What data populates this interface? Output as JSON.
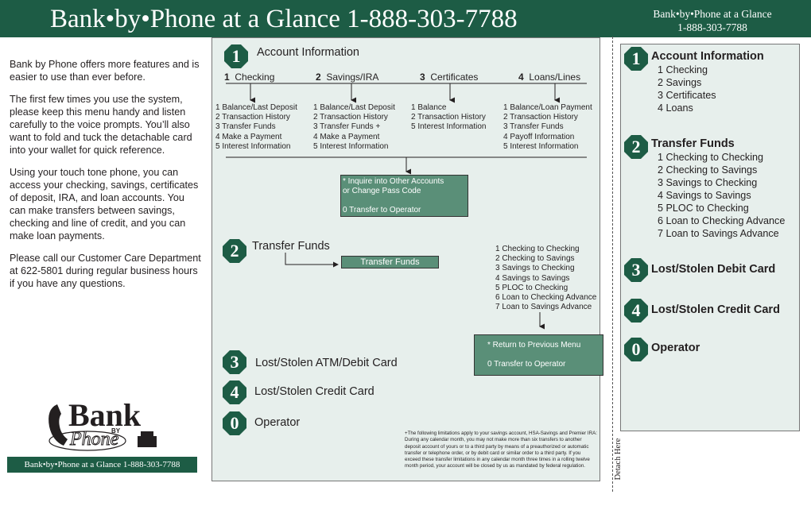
{
  "header": {
    "title": "Bank•by•Phone at a Glance 1-888-303-7788",
    "right_line1": "Bank•by•Phone at a Glance",
    "right_line2": "1-888-303-7788"
  },
  "intro": {
    "p1": "Bank by Phone offers more features and is easier to use than ever before.",
    "p2": "The first few times you use the system, please keep this menu handy and listen carefully to the voice prompts.  You’ll also want to fold and tuck the detachable card into your wallet for quick reference.",
    "p3": "Using your touch tone phone, you can access your checking, savings, certificates of deposit, IRA, and loan accounts.  You can make transfers between savings, checking and line of credit, and you can make loan payments.",
    "p4": "Please call our Customer Care Department at 622-5801 during regular business hours if you have any questions."
  },
  "logo": {
    "text_main": "Bank",
    "text_by": "BY",
    "text_phone": "Phone"
  },
  "bottom_card": "Bank•by•Phone at a Glance 1-888-303-7788",
  "account": {
    "num": "1",
    "title": "Account Information",
    "cols": [
      {
        "num": "1",
        "label": "Checking",
        "items": [
          "1  Balance/Last Deposit",
          "2  Transaction History",
          "3  Transfer Funds",
          "4  Make a Payment",
          "5  Interest Information"
        ]
      },
      {
        "num": "2",
        "label": "Savings/IRA",
        "items": [
          "1  Balance/Last Deposit",
          "2  Transaction History",
          "3  Transfer Funds +",
          "4  Make a Payment",
          "5  Interest Information"
        ]
      },
      {
        "num": "3",
        "label": "Certificates",
        "items": [
          "1  Balance",
          "2  Transaction History",
          "5  Interest Information"
        ]
      },
      {
        "num": "4",
        "label": "Loans/Lines",
        "items": [
          "1  Balance/Loan Payment",
          "2  Transaction History",
          "3  Transfer Funds",
          "4  Payoff Information",
          "5  Interest Information"
        ]
      }
    ],
    "box_line1": "*   Inquire into Other Accounts",
    "box_line2": "     or Change Pass Code",
    "box_line3": "0  Transfer to Operator"
  },
  "transfer": {
    "num": "2",
    "title": "Transfer Funds",
    "button": "Transfer Funds",
    "items": [
      "1  Checking to Checking",
      "2  Checking to Savings",
      "3  Savings to Checking",
      "4  Savings to Savings",
      "5  PLOC to Checking",
      "6  Loan to Checking Advance",
      "7  Loan to Savings Advance"
    ],
    "box_line1": "* Return to Previous Menu",
    "box_line2": "0  Transfer to Operator"
  },
  "lost_atm": {
    "num": "3",
    "title": "Lost/Stolen ATM/Debit Card"
  },
  "lost_credit": {
    "num": "4",
    "title": "Lost/Stolen Credit Card"
  },
  "operator": {
    "num": "0",
    "title": "Operator"
  },
  "fine_print": "+The following limitations apply to your savings account, HSA-Savings and Premier IRA: During any calendar month, you may not make more than six transfers to another deposit account of yours or to a third party by means of a preauthorized or automatic transfer or telephone order, or by debit card or similar order to a third party.  If you exceed these transfer limitations in any calendar month three times in a rolling twelve month period, your account will be closed by us as mandated by federal regulation.",
  "detach": "Detach Here",
  "card": {
    "s1": {
      "num": "1",
      "title": "Account Information",
      "items": [
        "1    Checking",
        "2    Savings",
        "3    Certificates",
        "4    Loans"
      ]
    },
    "s2": {
      "num": "2",
      "title": "Transfer Funds",
      "items": [
        "1    Checking to Checking",
        "2    Checking to Savings",
        "3    Savings to Checking",
        "4    Savings to Savings",
        "5    PLOC to Checking",
        "6    Loan to Checking Advance",
        "7    Loan to Savings Advance"
      ]
    },
    "s3": {
      "num": "3",
      "title": "Lost/Stolen Debit Card"
    },
    "s4": {
      "num": "4",
      "title": "Lost/Stolen Credit Card"
    },
    "s0": {
      "num": "0",
      "title": "Operator"
    }
  },
  "colors": {
    "brand_green": "#1d5c45",
    "box_green": "#5a8f78",
    "panel_bg": "#e7efec"
  }
}
